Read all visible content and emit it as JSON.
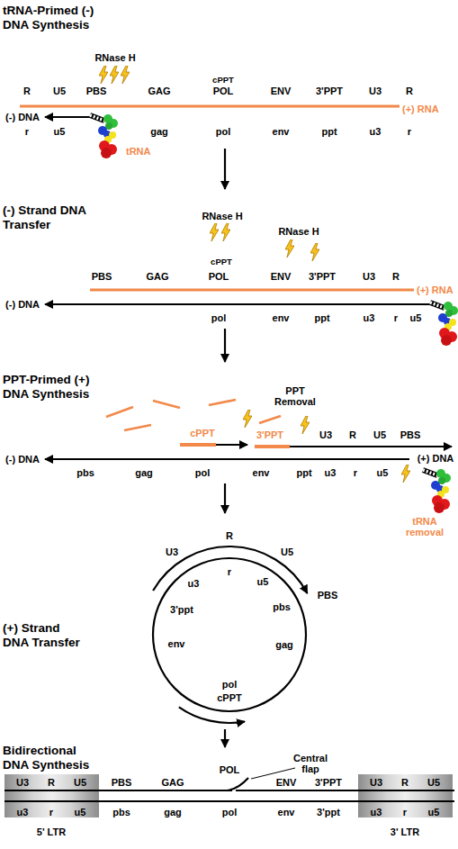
{
  "diagram": {
    "nodes": [
      {
        "text": [
          "U3",
          "R",
          "U5",
          "u3",
          "r",
          "u5",
          "5' LTR"
        ]
      },
      {
        "text": [
          "U3",
          "R",
          "U5",
          "u3",
          "r",
          "u5",
          "3' LTR"
        ]
      }
    ],
    "labels": [
      "tRNA-Primed (-) DNA Synthesis",
      "RNase H",
      "R",
      "U5",
      "PBS",
      "GAG",
      "cPPT",
      "POL",
      "ENV",
      "3'PPT",
      "U3",
      "R",
      "(+) RNA",
      "(-) DNA",
      "r",
      "u5",
      "gag",
      "pol",
      "env",
      "ppt",
      "u3",
      "r",
      "tRNA",
      "(-) Strand DNA Transfer",
      "RNase H",
      "RNase H",
      "cPPT",
      "PBS",
      "GAG",
      "POL",
      "ENV",
      "3'PPT",
      "U3",
      "R",
      "(+) RNA",
      "(-) DNA",
      "pol",
      "env",
      "ppt",
      "u3",
      "r",
      "u5",
      "PPT-Primed (+) DNA Synthesis",
      "PPT Removal",
      "cPPT",
      "3'PPT",
      "U3",
      "R",
      "U5",
      "PBS",
      "(-) DNA",
      "(+) DNA",
      "pbs",
      "gag",
      "pol",
      "env",
      "ppt",
      "u3",
      "r",
      "u5",
      "tRNA removal",
      "(+) Strand DNA Transfer",
      "U3",
      "R",
      "U5",
      "PBS",
      "u3",
      "r",
      "u5",
      "pbs",
      "3'ppt",
      "gag",
      "env",
      "pol",
      "cPPT",
      "Bidirectional DNA Synthesis",
      "POL",
      "Central flap",
      "PBS",
      "GAG",
      "ENV",
      "3'PPT",
      "pbs",
      "gag",
      "pol",
      "env",
      "3'ppt"
    ]
  }
}
